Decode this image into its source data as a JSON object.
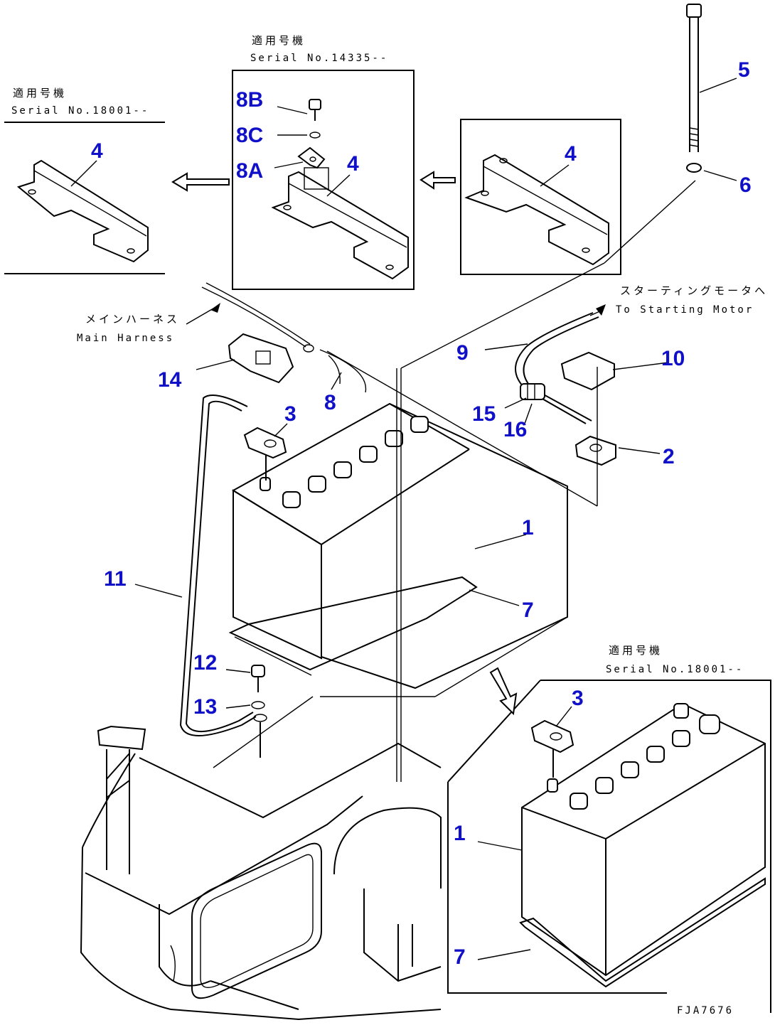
{
  "labels": {
    "l1a": "1",
    "l1b": "1",
    "l2": "2",
    "l3a": "3",
    "l3b": "3",
    "l4a": "4",
    "l4b": "4",
    "l4c": "4",
    "l5": "5",
    "l6": "6",
    "l7a": "7",
    "l7b": "7",
    "l8": "8",
    "l8a": "8A",
    "l8b": "8B",
    "l8c": "8C",
    "l9": "9",
    "l10": "10",
    "l11": "11",
    "l12": "12",
    "l13": "13",
    "l14": "14",
    "l15": "15",
    "l16": "16"
  },
  "notes": {
    "jp_top": "適用号機",
    "serial_top": "Serial No.14335--",
    "jp_left": "適用号機",
    "serial_left": "Serial No.18001--",
    "jp_inset": "適用号機",
    "serial_inset": "Serial No.18001--",
    "main_harness_jp": "メインハーネス",
    "main_harness_en": "Main Harness",
    "starting_motor_jp": "スターティングモータへ",
    "starting_motor_en": "To Starting Motor",
    "figure_id": "FJA7676"
  },
  "colors": {
    "label": "#1010c8",
    "line": "#000000",
    "background": "#ffffff"
  }
}
